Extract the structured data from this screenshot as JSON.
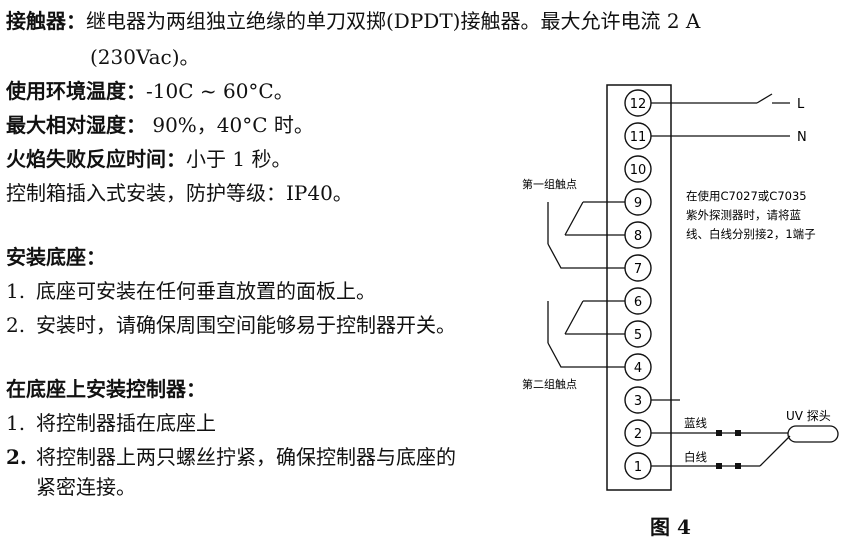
{
  "spec": {
    "contactor_label": "接触器：",
    "contactor_text": "继电器为两组独立绝缘的单刀双掷(DPDT)接触器。最大允许电流 2 A",
    "contactor_cont": "(230Vac)。",
    "env_temp_label": "使用环境温度：",
    "env_temp_text": "-10C ~ 60°C。",
    "humidity_label": "最大相对湿度：",
    "humidity_text": " 90%，40°C 时。",
    "flame_label": "火焰失败反应时间：",
    "flame_text": "小于 1 秒。",
    "install_type": "控制箱插入式安装，防护等级：IP40。"
  },
  "base_section": {
    "heading": "安装底座：",
    "items": [
      {
        "num": "1.",
        "text": "底座可安装在任何垂直放置的面板上。"
      },
      {
        "num": "2.",
        "text": "安装时，请确保周围空间能够易于控制器开关。"
      }
    ]
  },
  "mount_section": {
    "heading": "在底座上安装控制器：",
    "items": [
      {
        "num": "1.",
        "text": "将控制器插在底座上"
      },
      {
        "num": "2.",
        "text": "将控制器上两只螺丝拧紧，确保控制器与底座的"
      }
    ],
    "item2_cont": "紧密连接。"
  },
  "diagram": {
    "terminals": [
      "12",
      "11",
      "10",
      "9",
      "8",
      "7",
      "6",
      "5",
      "4",
      "3",
      "2",
      "1"
    ],
    "label_L": "L",
    "label_N": "N",
    "group1_label": "第一组触点",
    "group2_label": "第二组触点",
    "note_lines": [
      "在使用C7027或C7035",
      "紫外探测器时，请将蓝",
      "线、白线分别接2，1端子"
    ],
    "blue_wire": "蓝线",
    "white_wire": "白线",
    "uv_probe": "UV 探头"
  },
  "caption": "图 4"
}
